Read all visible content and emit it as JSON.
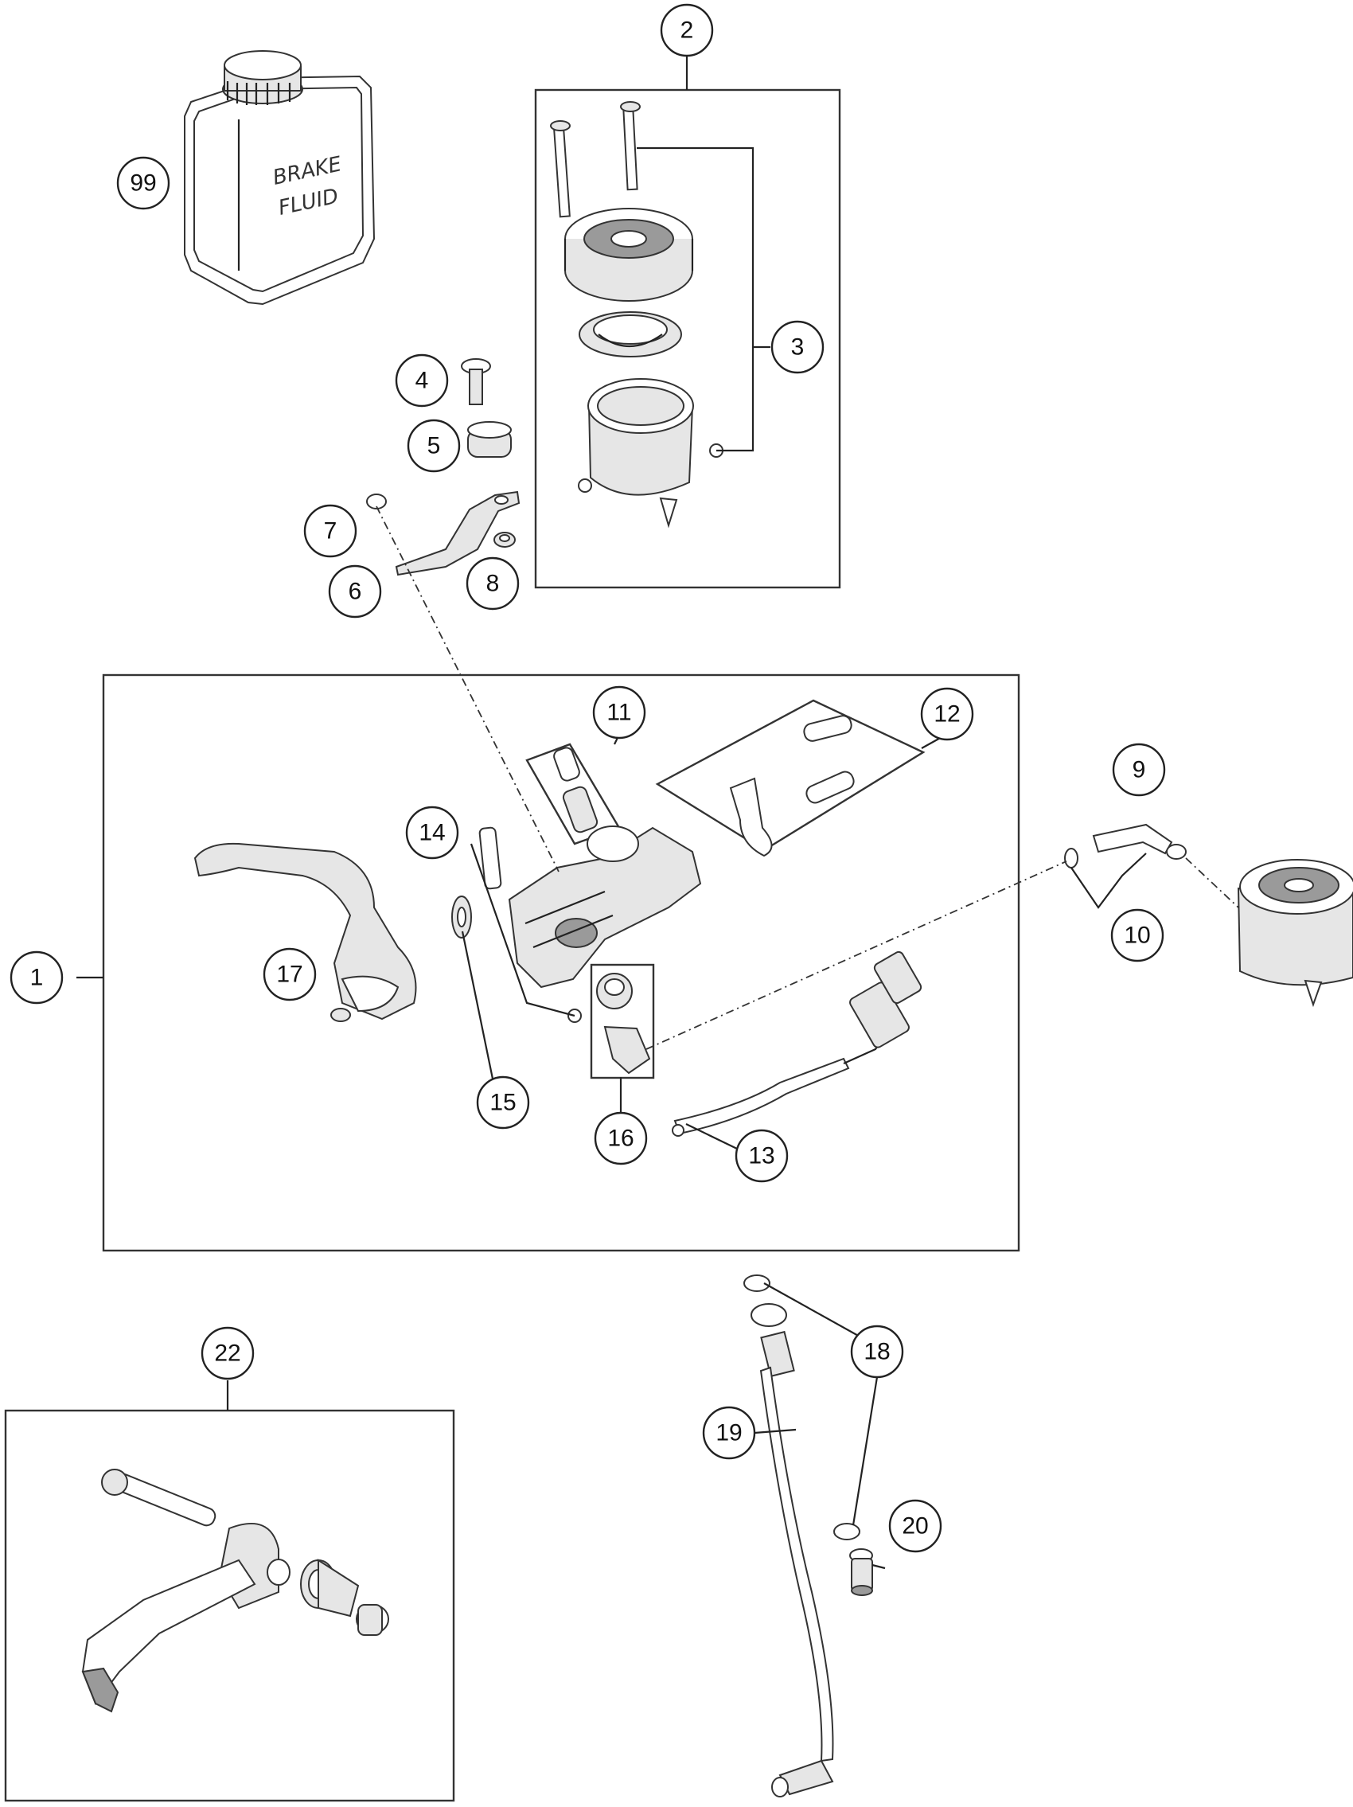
{
  "diagram": {
    "callouts": [
      "1",
      "2",
      "3",
      "4",
      "5",
      "6",
      "7",
      "8",
      "9",
      "10",
      "11",
      "12",
      "13",
      "14",
      "15",
      "16",
      "17",
      "18",
      "19",
      "20",
      "22",
      "99"
    ],
    "can_label": [
      "BRAKE",
      "FLUID"
    ]
  }
}
